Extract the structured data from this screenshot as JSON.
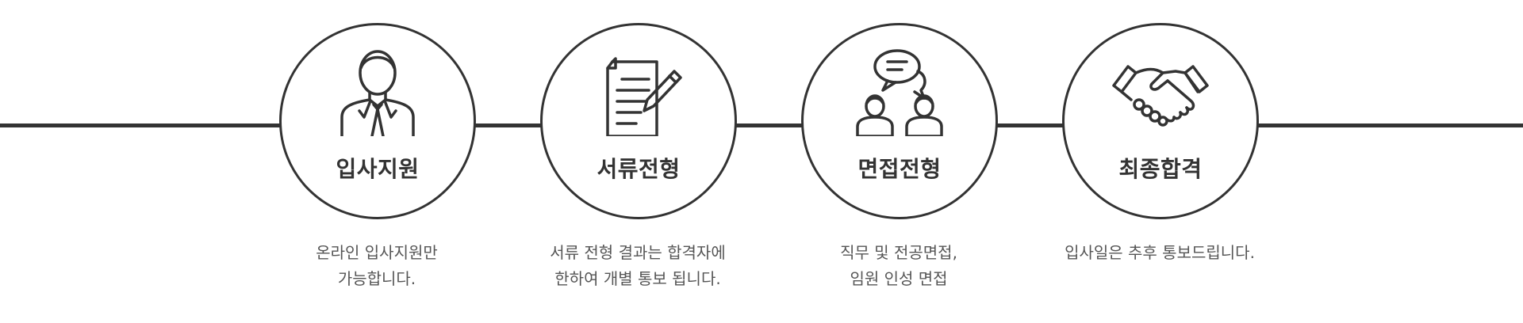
{
  "colors": {
    "line": "#333333",
    "text": "#333333",
    "desc": "#555555",
    "background": "#ffffff"
  },
  "steps": [
    {
      "icon": "applicant-icon",
      "title": "입사지원",
      "desc": [
        "온라인 입사지원만",
        "가능합니다."
      ]
    },
    {
      "icon": "document-edit-icon",
      "title": "서류전형",
      "desc": [
        "서류 전형 결과는 합격자에",
        "한하여 개별 통보 됩니다."
      ]
    },
    {
      "icon": "interview-chat-icon",
      "title": "면접전형",
      "desc": [
        "직무 및 전공면접,",
        "임원 인성 면접"
      ]
    },
    {
      "icon": "handshake-icon",
      "title": "최종합격",
      "desc": [
        "입사일은 추후 통보드립니다."
      ]
    }
  ]
}
